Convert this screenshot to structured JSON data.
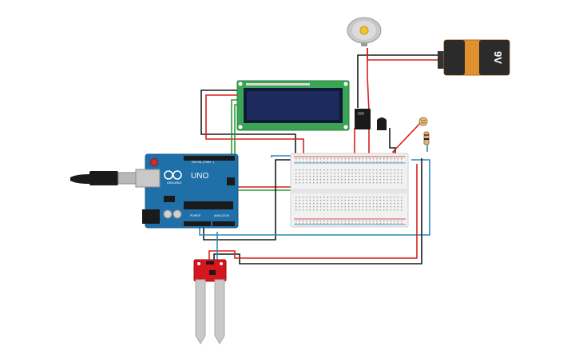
{
  "diagram": {
    "battery": {
      "voltage_label": "9V"
    },
    "arduino": {
      "logo_text": "UNO",
      "brand_text": "ARDUINO",
      "digital_label": "DIGITAL (PWM ~)",
      "power_label": "POWER",
      "analog_label": "ANALOG IN"
    },
    "colors": {
      "wire_red": "#d81e1e",
      "wire_black": "#1a1a1a",
      "wire_green": "#2e9b3a",
      "wire_blue": "#2a8ab5",
      "arduino": "#1f6fa8",
      "lcd_frame": "#3aa655",
      "lcd_screen": "#1c2a5c",
      "sensor": "#d6161e",
      "battery_body": "#e0902f",
      "battery_top": "#2b2b2b"
    }
  }
}
